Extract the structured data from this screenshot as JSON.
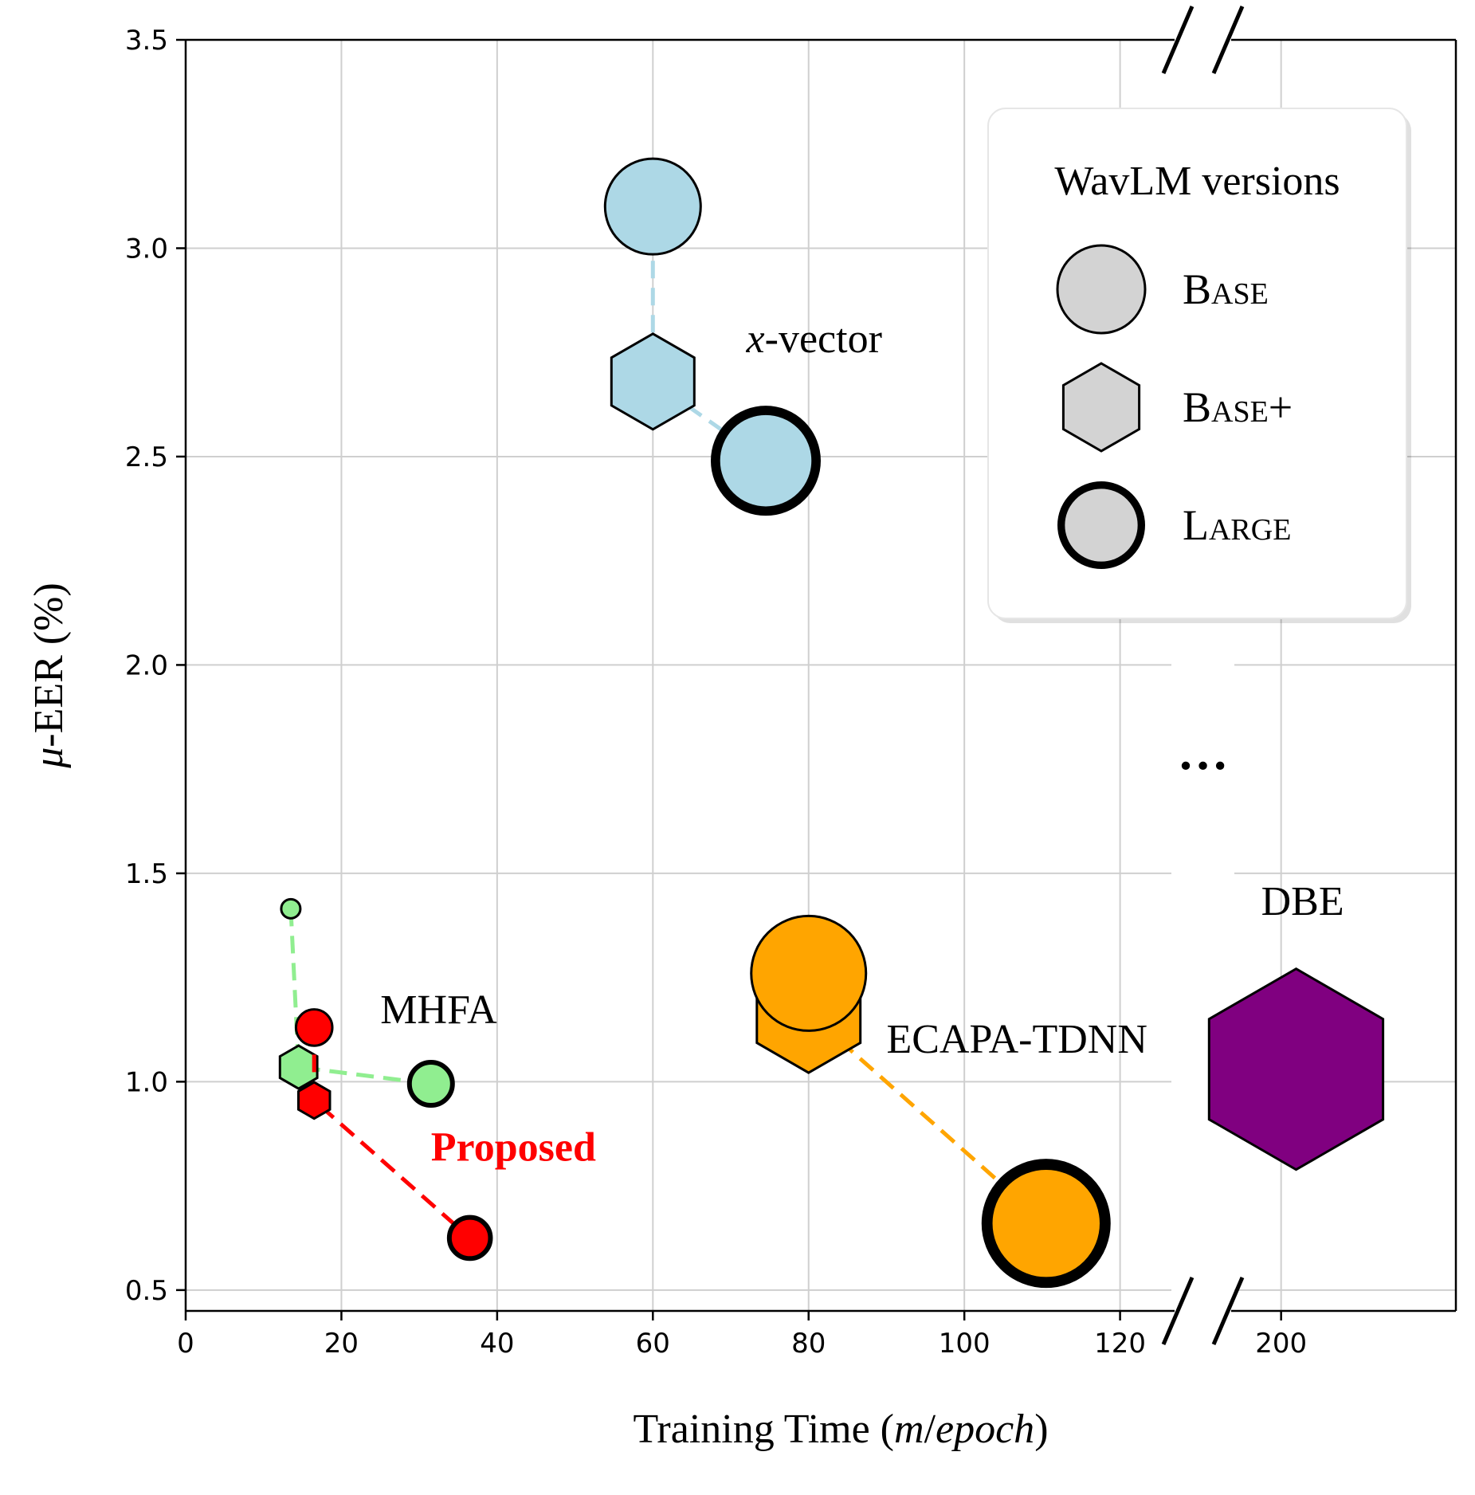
{
  "chart_data": {
    "type": "scatter",
    "xlabel_parts": [
      "Training Time (",
      "m",
      "/",
      "epoch",
      ")"
    ],
    "ylabel_parts": [
      "μ",
      "-EER (%)"
    ],
    "x_ticks": [
      0,
      20,
      40,
      60,
      80,
      100,
      120,
      200
    ],
    "y_ticks": [
      "0.5",
      "1.0",
      "1.5",
      "2.0",
      "2.5",
      "3.0",
      "3.5"
    ],
    "xlim": [
      0,
      235
    ],
    "x_axis_break": [
      127,
      190
    ],
    "ylim": [
      0.45,
      3.5
    ],
    "grid": true,
    "break_ellipsis": "…",
    "legend": {
      "title": "WavLM versions",
      "placement": "top-right",
      "entries": [
        {
          "label": "BASE",
          "marker": "circle"
        },
        {
          "label": "BASE+",
          "marker": "hexagon"
        },
        {
          "label": "LARGE",
          "marker": "circle-thick"
        }
      ]
    },
    "series": [
      {
        "name": "x-vector",
        "color": "#add8e6",
        "points": [
          {
            "version": "BASE",
            "x": 60,
            "y": 3.1,
            "size": 1.0
          },
          {
            "version": "BASE+",
            "x": 60,
            "y": 2.68,
            "size": 1.0
          },
          {
            "version": "LARGE",
            "x": 74.5,
            "y": 2.49,
            "size": 1.15
          }
        ]
      },
      {
        "name": "MHFA",
        "color": "#90ee90",
        "points": [
          {
            "version": "BASE",
            "x": 13.5,
            "y": 1.415,
            "size": 0.2
          },
          {
            "version": "BASE+",
            "x": 14.5,
            "y": 1.035,
            "size": 0.45
          },
          {
            "version": "LARGE",
            "x": 31.5,
            "y": 0.995,
            "size": 0.5
          }
        ]
      },
      {
        "name": "Proposed",
        "color": "#ff0000",
        "points": [
          {
            "version": "BASE",
            "x": 16.5,
            "y": 1.13,
            "size": 0.38
          },
          {
            "version": "BASE+",
            "x": 16.5,
            "y": 0.955,
            "size": 0.38
          },
          {
            "version": "LARGE",
            "x": 36.5,
            "y": 0.625,
            "size": 0.48
          }
        ]
      },
      {
        "name": "ECAPA-TDNN",
        "color": "#ffa500",
        "points": [
          {
            "version": "BASE",
            "x": 80,
            "y": 1.26,
            "size": 1.2
          },
          {
            "version": "BASE+",
            "x": 80,
            "y": 1.165,
            "size": 1.25
          },
          {
            "version": "LARGE",
            "x": 110.5,
            "y": 0.66,
            "size": 1.35
          }
        ]
      },
      {
        "name": "DBE",
        "color": "#800080",
        "points": [
          {
            "version": "BASE+",
            "x": 203,
            "y": 1.03,
            "size": 2.1
          }
        ]
      }
    ],
    "series_labels": [
      {
        "text_parts": [
          "x",
          "-vector"
        ],
        "x": 72,
        "y": 2.75,
        "color": "#000000",
        "bold": false
      },
      {
        "text_parts": [
          "MHFA"
        ],
        "x": 25,
        "y": 1.14,
        "color": "#000000",
        "bold": false
      },
      {
        "text_parts": [
          "Proposed"
        ],
        "x": 31.5,
        "y": 0.81,
        "color": "#ff0000",
        "bold": true
      },
      {
        "text_parts": [
          "ECAPA-TDNN"
        ],
        "x": 90,
        "y": 1.07,
        "color": "#000000",
        "bold": false
      },
      {
        "text_parts": [
          "DBE"
        ],
        "x": 196,
        "y": 1.4,
        "color": "#000000",
        "bold": false
      }
    ]
  }
}
